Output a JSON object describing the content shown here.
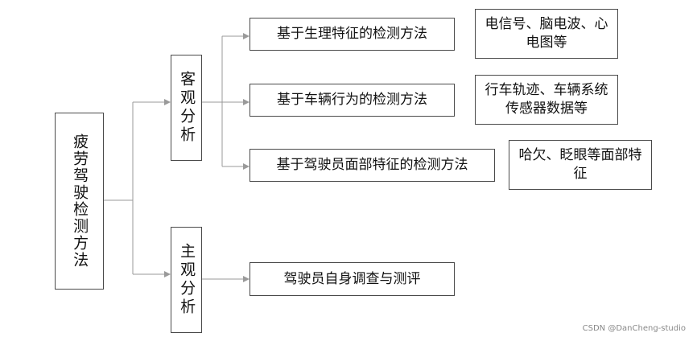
{
  "diagram": {
    "root": "疲劳驾驶检测方法",
    "objective": {
      "label": "客观分析",
      "methods": [
        {
          "label": "基于生理特征的检测方法",
          "note": "电信号、脑电波、心电图等"
        },
        {
          "label": "基于车辆行为的检测方法",
          "note": "行车轨迹、车辆系统传感器数据等"
        },
        {
          "label": "基于驾驶员面部特征的检测方法",
          "note": "哈欠、眨眼等面部特征"
        }
      ]
    },
    "subjective": {
      "label": "主观分析",
      "methods": [
        {
          "label": "驾驶员自身调查与测评"
        }
      ]
    }
  },
  "watermark": "CSDN @DanCheng-studio",
  "colors": {
    "line": "#9a9a9a",
    "border": "#4a4a4a",
    "text": "#111111"
  }
}
